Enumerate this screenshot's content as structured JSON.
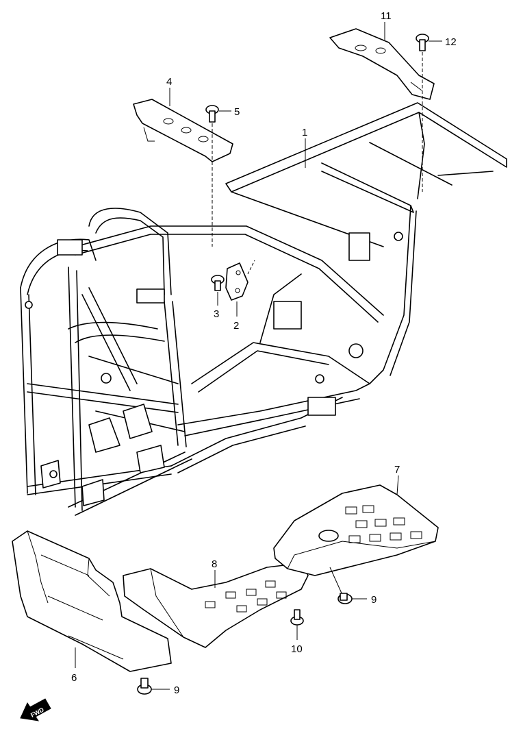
{
  "callouts": [
    {
      "id": "1",
      "text": "1"
    },
    {
      "id": "2",
      "text": "2"
    },
    {
      "id": "3",
      "text": "3"
    },
    {
      "id": "4",
      "text": "4"
    },
    {
      "id": "5",
      "text": "5"
    },
    {
      "id": "6",
      "text": "6"
    },
    {
      "id": "7",
      "text": "7"
    },
    {
      "id": "8",
      "text": "8"
    },
    {
      "id": "9a",
      "text": "9"
    },
    {
      "id": "9b",
      "text": "9"
    },
    {
      "id": "10",
      "text": "10"
    },
    {
      "id": "11",
      "text": "11"
    },
    {
      "id": "12",
      "text": "12"
    }
  ],
  "fwd_label": "FWD",
  "colors": {
    "line": "#000000",
    "background": "#ffffff"
  }
}
